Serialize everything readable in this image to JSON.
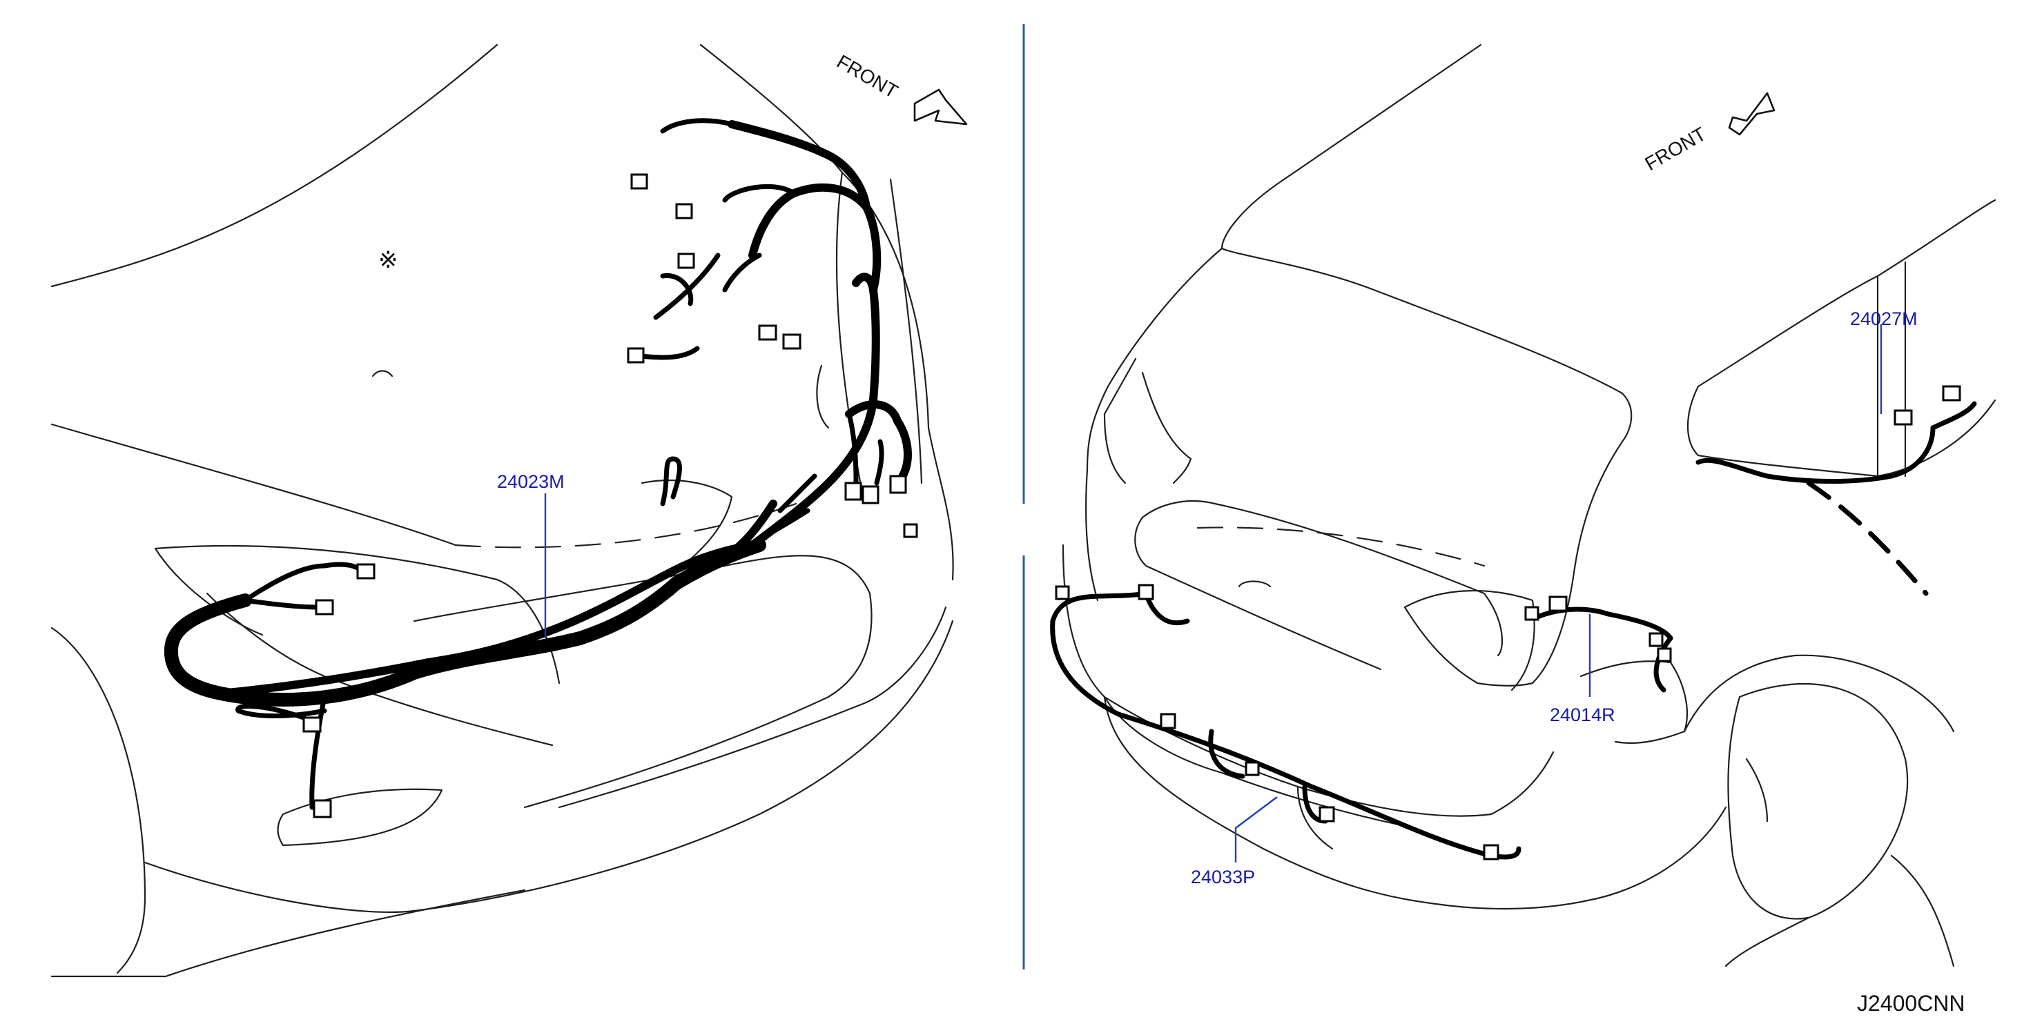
{
  "diagram": {
    "reference_code": "J2400CNN",
    "note_symbol": "※",
    "front_view": {
      "direction_label": "FRONT",
      "callouts": [
        {
          "part_number": "24023M"
        }
      ]
    },
    "rear_view": {
      "direction_label": "FRONT",
      "callouts": [
        {
          "part_number": "24027M"
        },
        {
          "part_number": "24014R"
        },
        {
          "part_number": "24033P"
        }
      ]
    },
    "colors": {
      "callout_text": "#1a1aa6",
      "leader_line": "#1a3fb5",
      "divider": "#2d5f8c",
      "outline": "#1f1f1f",
      "harness": "#000000"
    }
  }
}
